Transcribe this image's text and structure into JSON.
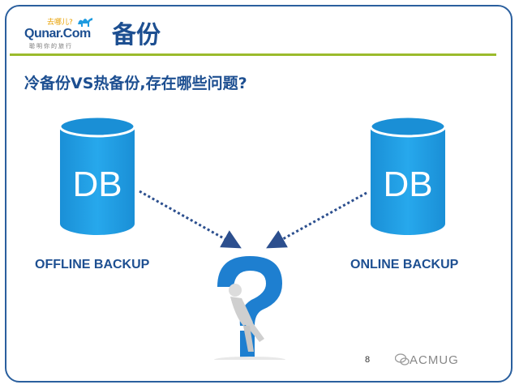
{
  "logo": {
    "cn_text": "去哪儿?",
    "main_text": "Qunar.Com",
    "sub_text": "聪明你的旅行"
  },
  "slide_title": "备份",
  "question": "冷备份VS热备份,存在哪些问题?",
  "databases": {
    "left": {
      "icon_text": "DB",
      "label": "OFFLINE BACKUP"
    },
    "right": {
      "icon_text": "DB",
      "label": "ONLINE BACKUP"
    }
  },
  "center_figure": {
    "icon": "question-mark-thinker-icon"
  },
  "page_number": "8",
  "watermark": {
    "icon": "wechat-icon",
    "text": "ACMUG"
  },
  "colors": {
    "title_blue": "#1d4f91",
    "db_blue": "#1e9be0",
    "accent_green": "#9bbb2c",
    "arrow_blue": "#2c4f8e",
    "frame_blue": "#2a5f9e"
  }
}
